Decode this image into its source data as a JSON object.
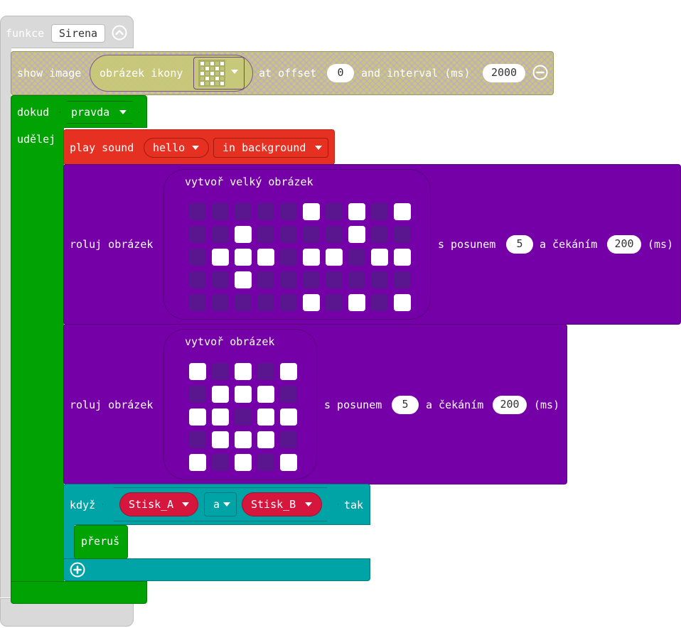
{
  "function_block": {
    "keyword": "funkce",
    "name": "Sirena",
    "collapse_icon": "chevron-up-circle-icon"
  },
  "show_image": {
    "label_show": "show image",
    "icon_label": "obrázek ikony",
    "label_offset": "at offset",
    "offset": "0",
    "label_interval": "and interval (ms)",
    "interval": "2000",
    "remove_icon": "minus-circle-icon",
    "icon_pixels": [
      1,
      0,
      1,
      0,
      1,
      0,
      1,
      0,
      1,
      0,
      1,
      0,
      1,
      0,
      1,
      0,
      1,
      0,
      1,
      0,
      1,
      0,
      1,
      0,
      1
    ]
  },
  "while_block": {
    "keyword": "dokud",
    "condition": "pravda",
    "do_label": "udělej"
  },
  "play_sound": {
    "label": "play sound",
    "sound": "hello",
    "mode": "in background"
  },
  "scroll_big": {
    "label": "roluj obrázek",
    "image_label": "vytvoř velký obrázek",
    "offset_label": "s posunem",
    "offset": "5",
    "delay_label": "a čekáním",
    "delay": "200",
    "unit": "(ms)",
    "pixels": [
      0,
      0,
      0,
      0,
      0,
      1,
      0,
      1,
      0,
      1,
      0,
      0,
      1,
      0,
      0,
      0,
      0,
      1,
      0,
      0,
      0,
      1,
      1,
      1,
      0,
      1,
      1,
      0,
      1,
      1,
      0,
      0,
      1,
      0,
      0,
      0,
      0,
      0,
      0,
      0,
      0,
      0,
      0,
      0,
      0,
      1,
      0,
      1,
      0,
      1
    ]
  },
  "scroll_small": {
    "label": "roluj obrázek",
    "image_label": "vytvoř obrázek",
    "offset_label": "s posunem",
    "offset": "5",
    "delay_label": "a čekáním",
    "delay": "200",
    "unit": "(ms)",
    "pixels": [
      1,
      0,
      1,
      0,
      1,
      0,
      1,
      1,
      1,
      0,
      1,
      1,
      0,
      1,
      1,
      0,
      1,
      1,
      1,
      0,
      1,
      0,
      1,
      0,
      1
    ]
  },
  "if_block": {
    "keyword": "když",
    "left": "Stisk_A",
    "operator": "a",
    "right": "Stisk_B",
    "then": "tak",
    "break_label": "přeruš",
    "add_icon": "plus-circle-icon"
  },
  "colors": {
    "function": "#d9d9d9",
    "loop": "#00a303",
    "music": "#e63022",
    "images": "#7600a8",
    "logic": "#00a4a6",
    "red_dd": "#d6163d"
  }
}
